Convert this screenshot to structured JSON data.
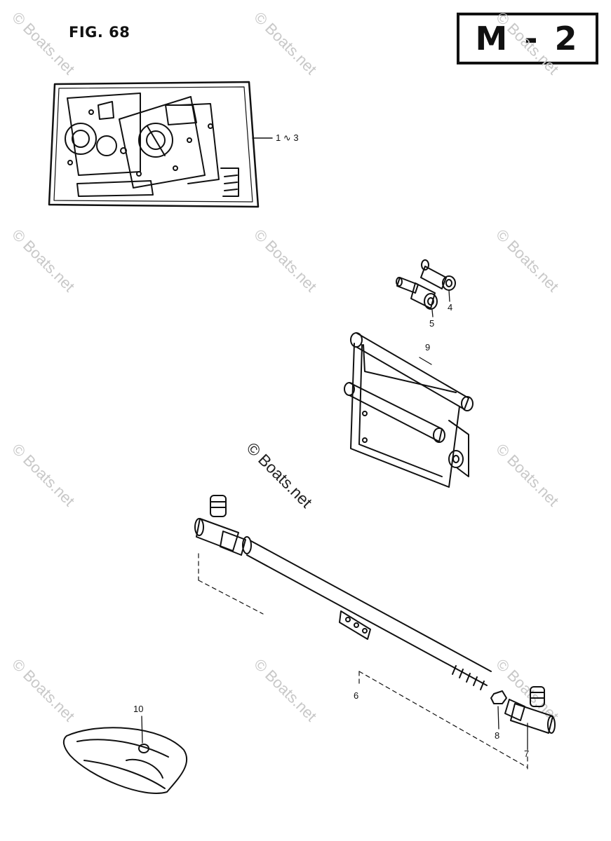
{
  "figure": {
    "label": "FIG. 68",
    "code": "M - 2"
  },
  "callouts": {
    "c1_3": "1 ∿ 3",
    "c4": "4",
    "c5": "5",
    "c9": "9",
    "c6": "6",
    "c8": "8",
    "c7": "7",
    "c10": "10"
  },
  "watermark": {
    "text": "© Boats.net"
  }
}
